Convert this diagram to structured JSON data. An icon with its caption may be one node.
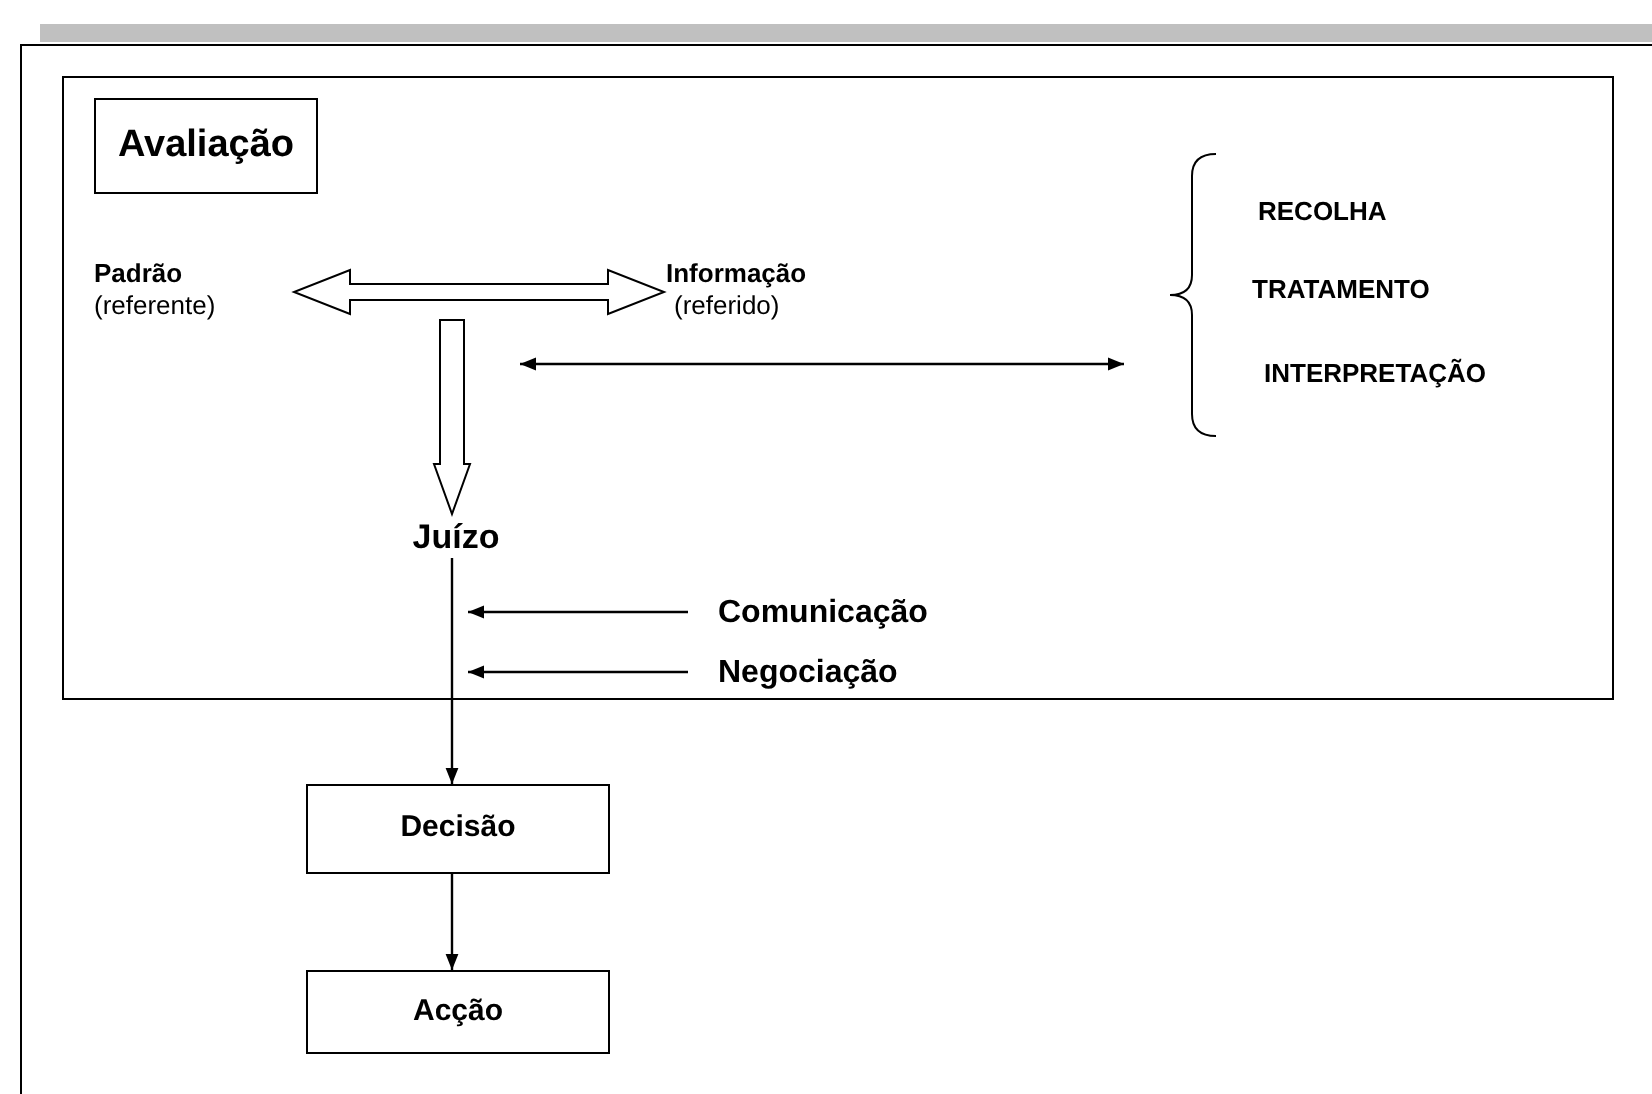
{
  "diagram": {
    "nodes": [
      {
        "text": [],
        "shape": "box"
      },
      {
        "text": [
          "Avaliação"
        ],
        "in": 0
      },
      {
        "text": [
          "Padrão",
          "(referente)"
        ],
        "in": 0
      },
      {
        "text": [
          "Informação",
          "(referido)"
        ],
        "in": 0
      },
      {
        "text": [
          "Juízo"
        ],
        "in": 0
      },
      {
        "text": [
          "Comunicação"
        ],
        "in": 0
      },
      {
        "text": [
          "Negociação"
        ],
        "in": 0
      },
      {
        "text": [
          "Decisão"
        ]
      },
      {
        "text": [
          "Acção"
        ]
      },
      {
        "text": [
          "RECOLHA",
          "TRATAMENTO",
          "INTERPRETAÇÃO"
        ],
        "in": 0
      }
    ],
    "edges": [
      {
        "from": 2,
        "to": 3,
        "arrow": "both",
        "style": "thick"
      },
      {
        "from": null,
        "to": 4,
        "arrow": "to",
        "style": "thick"
      },
      {
        "from": null,
        "to": 9,
        "arrow": "both"
      },
      {
        "from": 5,
        "to": 4,
        "arrow": "to"
      },
      {
        "from": 6,
        "to": 4,
        "arrow": "to"
      },
      {
        "from": 4,
        "to": 7,
        "arrow": "to"
      },
      {
        "from": 7,
        "to": 8,
        "arrow": "to"
      }
    ]
  }
}
